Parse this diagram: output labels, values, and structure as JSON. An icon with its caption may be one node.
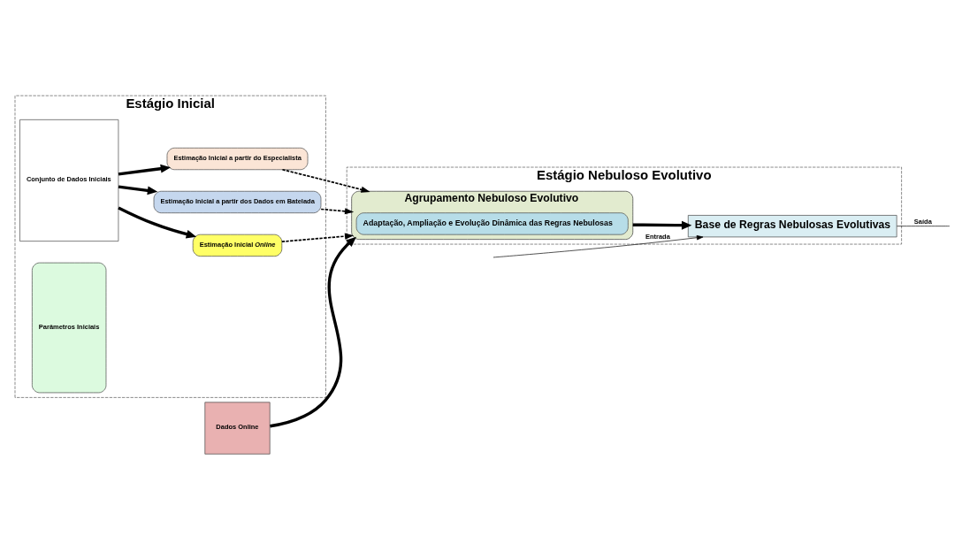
{
  "diagram": {
    "nodes": [
      {
        "text": [
          "Estágio Inicial"
        ]
      },
      {
        "text": [
          "Conjunto de Dados Iniciais"
        ],
        "in": 0
      },
      {
        "text": [
          "Estimação Inicial a partir do Especialista"
        ],
        "in": 0
      },
      {
        "text": [
          "Estimação Inicial a partir dos Dados em Batelada"
        ],
        "in": 0
      },
      {
        "text": [
          "Estimação Inicial *Online*"
        ],
        "in": 0
      },
      {
        "text": [
          "Parâmetros Iniciais"
        ],
        "in": 0
      },
      {
        "text": [
          "Estágio Nebuloso Evolutivo"
        ]
      },
      {
        "text": [
          "Agrupamento Nebuloso Evolutivo"
        ],
        "in": 6
      },
      {
        "text": [
          "Adaptação, Ampliação e Evolução Dinâmica das Regras Nebulosas"
        ],
        "in": 7
      },
      {
        "text": [
          "Dados Online"
        ]
      },
      {
        "text": [
          "Base de Regras Nebulosas Evolutivas"
        ],
        "in": 6
      }
    ],
    "edges": [
      {
        "from": 1,
        "to": 2,
        "arrow": "to",
        "style": "thick"
      },
      {
        "from": 1,
        "to": 3,
        "arrow": "to",
        "style": "thick"
      },
      {
        "from": 1,
        "to": 4,
        "arrow": "to",
        "style": "thick"
      },
      {
        "from": 2,
        "to": 7,
        "arrow": "to",
        "style": "dashed"
      },
      {
        "from": 3,
        "to": 7,
        "arrow": "to",
        "style": "dashed"
      },
      {
        "from": 4,
        "to": 7,
        "arrow": "to",
        "style": "dashed"
      },
      {
        "from": 9,
        "to": 7,
        "arrow": "to",
        "style": "thick"
      },
      {
        "from": 7,
        "to": 10,
        "arrow": "to",
        "style": "thick"
      },
      {
        "from": null,
        "to": 10,
        "arrow": "to",
        "label": "Entrada"
      },
      {
        "from": 10,
        "to": null,
        "arrow": "none",
        "label": "Saída"
      }
    ]
  }
}
